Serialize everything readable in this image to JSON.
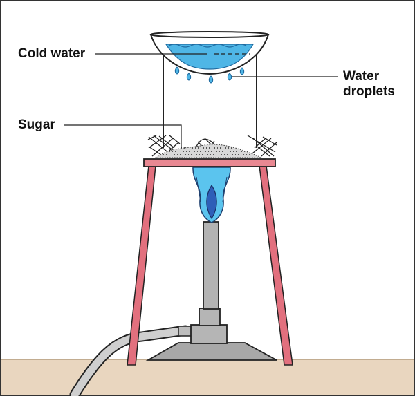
{
  "labels": {
    "cold_water": "Cold water",
    "sugar": "Sugar",
    "water_droplets_line1": "Water",
    "water_droplets_line2": "droplets"
  },
  "colors": {
    "background": "#ffffff",
    "frame": "#333333",
    "ground": "#e9d6bf",
    "tripod": "#e2707e",
    "tripod_top": "#e98892",
    "water": "#4fb6e6",
    "flame_outer": "#5bc4ee",
    "flame_inner": "#2e5fb8",
    "burner": "#b3b3b3",
    "hose": "#cfcfcf",
    "outline": "#222222"
  }
}
